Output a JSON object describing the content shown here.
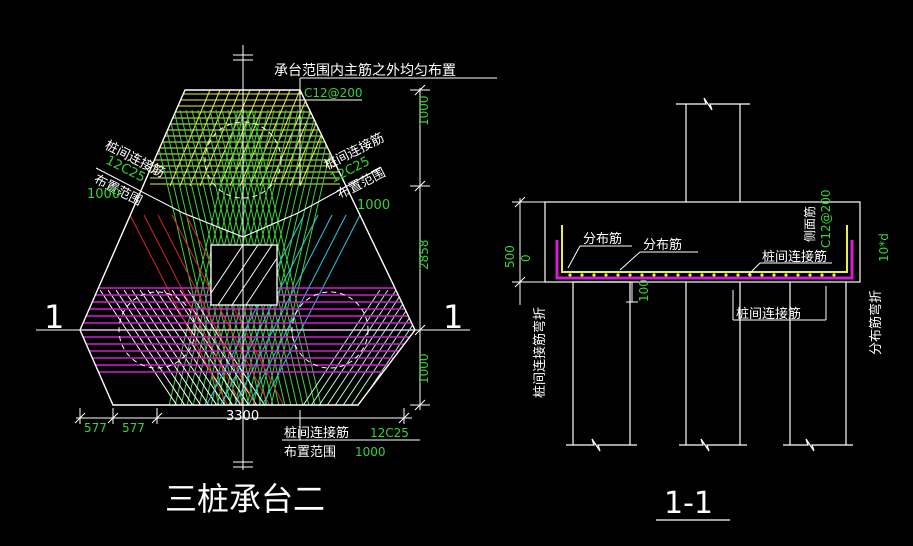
{
  "colors": {
    "background": "#000000",
    "outline": "#ffffff",
    "green_text": "#35d435",
    "rebar_yellow": "#e8f04a",
    "rebar_green": "#3bd43b",
    "rebar_red": "#e02020",
    "rebar_magenta": "#d21ed2",
    "rebar_cyan": "#28c8e6"
  },
  "plan": {
    "title": "三桩承台二",
    "section_marker": "1",
    "note_main": "承台范围内主筋之外均匀布置",
    "note_main_spec": "C12@200",
    "left_tie_label": "桩间连接筋",
    "left_tie_spec": "12C25",
    "left_range_label": "布置范围",
    "left_range_value": "1000",
    "right_tie_label": "桩间连接筋",
    "right_tie_spec": "12C25",
    "right_range_label": "布置范围",
    "right_range_value": "1000",
    "bottom_tie_label": "桩间连接筋",
    "bottom_tie_spec": "12C25",
    "bottom_range_label": "布置范围",
    "bottom_range_value": "1000",
    "dim_right_top": "1000",
    "dim_right_mid": "2858",
    "dim_right_bottom": "1000",
    "dim_bottom_a": "577",
    "dim_bottom_b": "577",
    "dim_bottom_total": "3300"
  },
  "section": {
    "title": "1-1",
    "label_distribution_1": "分布筋",
    "label_distribution_2": "分布筋",
    "label_tie_top": "桩间连接筋",
    "label_tie_bottom": "桩间连接筋",
    "label_side_bar": "侧面筋",
    "label_side_spec": "C12@200",
    "label_hook": "10*d",
    "label_left_vertical": "桩间连接筋弯折",
    "label_right_vertical": "分布筋弯折",
    "dim_height": "500",
    "dim_cover": "0",
    "dim_embed": "100"
  }
}
